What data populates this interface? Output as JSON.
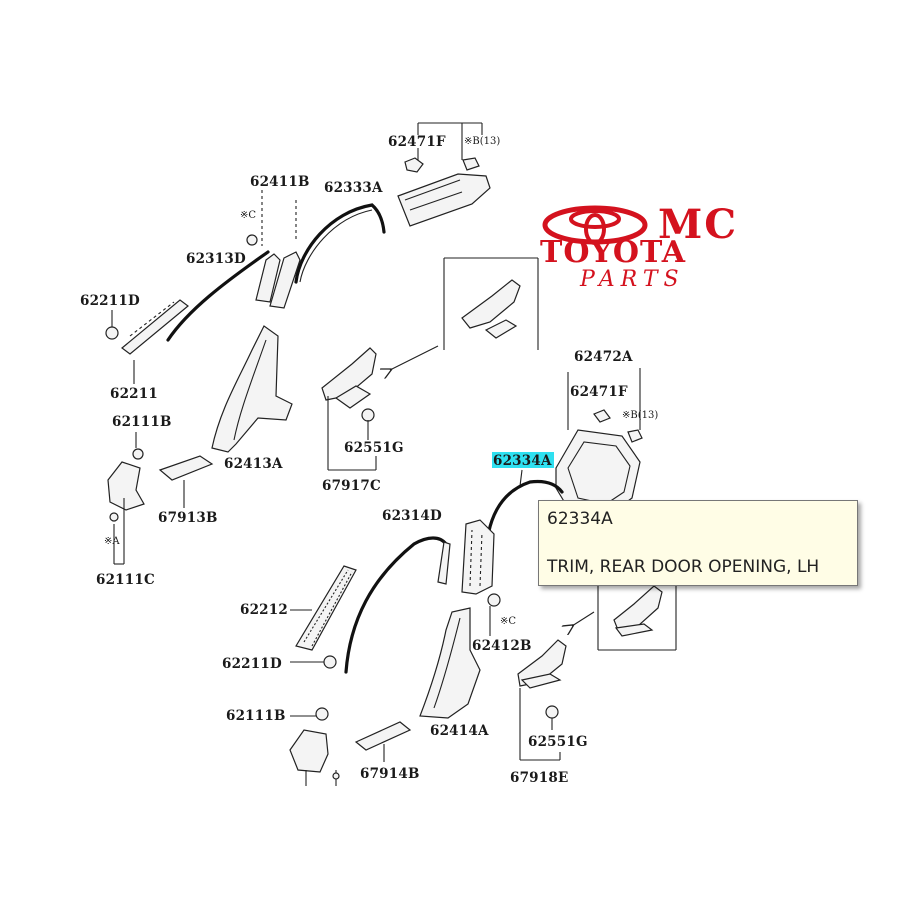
{
  "logo": {
    "mc": "MC",
    "brand": "TOYOTA",
    "sub": "PARTS",
    "color": "#d4121e"
  },
  "highlight": {
    "part_number": "62334A",
    "color": "#2fe0f0"
  },
  "tooltip": {
    "part_number": "62334A",
    "description": "TRIM, REAR DOOR OPENING, LH"
  },
  "labels": {
    "p62471F_top": "62471F",
    "sB_top": "※B(13)",
    "p62411B": "62411B",
    "p62333A": "62333A",
    "sC_top": "※C",
    "p62313D": "62313D",
    "p62211D_top": "62211D",
    "p62211": "62211",
    "p62111B_top": "62111B",
    "p62413A": "62413A",
    "p67913B": "67913B",
    "sA": "※A",
    "p62111C": "62111C",
    "p62551G_top": "62551G",
    "p67917C": "67917C",
    "p62472A": "62472A",
    "p62471F_right": "62471F",
    "sB_right": "※B(13)",
    "p62314D": "62314D",
    "p62212": "62212",
    "p62211D_bottom": "62211D",
    "sC_mid": "※C",
    "p62412B": "62412B",
    "p62111B_bottom": "62111B",
    "p62414A": "62414A",
    "p67914B": "67914B",
    "p62551G_bottom": "62551G",
    "p67918E": "67918E"
  }
}
